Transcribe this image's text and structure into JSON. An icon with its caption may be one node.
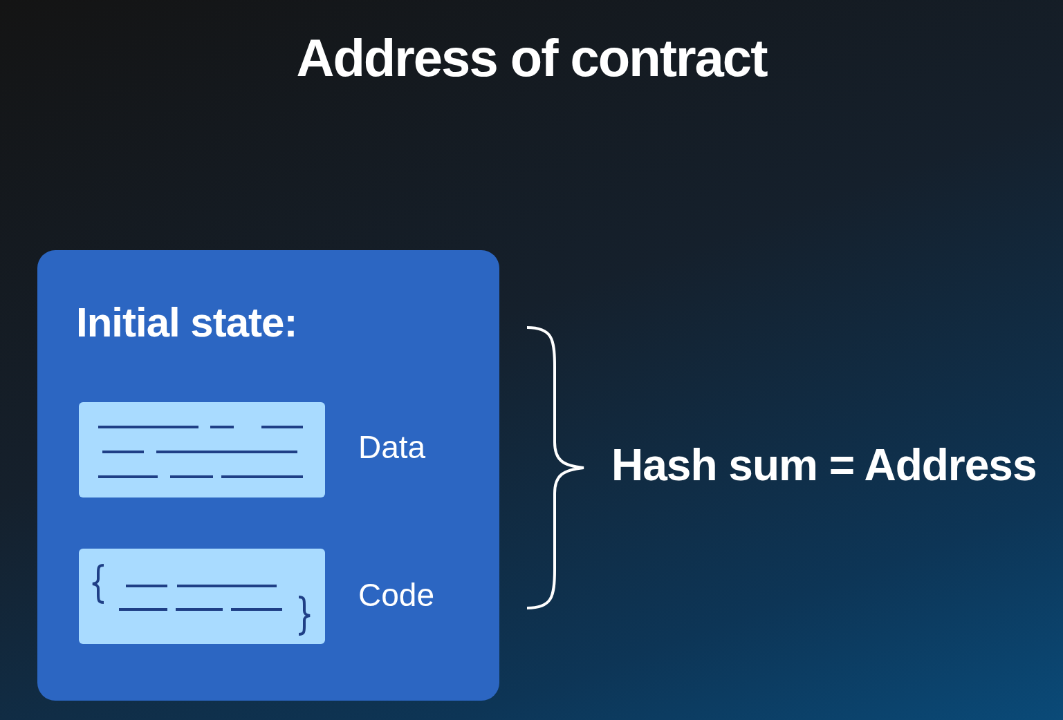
{
  "diagram": {
    "title": "Address of contract",
    "nodes": [
      {
        "text": [
          "Initial state:"
        ]
      },
      {
        "text": [],
        "shape": "box",
        "in": 0,
        "beside": [
          "Data"
        ]
      },
      {
        "text": [],
        "shape": "box",
        "in": 0,
        "beside": [
          "Code"
        ]
      }
    ],
    "labels": [
      "Hash sum = Address"
    ]
  }
}
